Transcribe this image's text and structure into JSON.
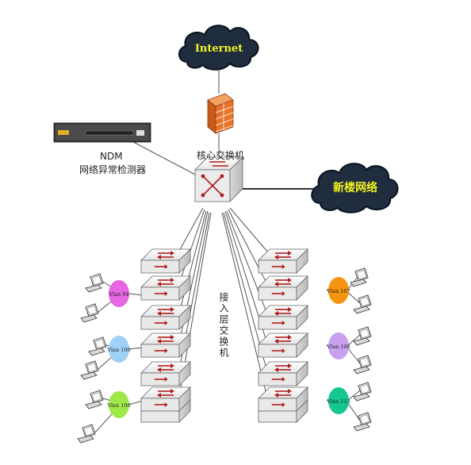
{
  "labels": {
    "internet": "Internet",
    "core_switch": "核心交换机",
    "ndm_line1": "NDM",
    "ndm_line2": "网络异常检测器",
    "new_building": "新楼网络",
    "access_layer": "接入层交换机"
  },
  "vlans_left": [
    {
      "label": "Vlan 94",
      "color": "#e766e2"
    },
    {
      "label": "Vlan 100",
      "color": "#9fd0f5"
    },
    {
      "label": "Vlan 106",
      "color": "#9fe84a"
    }
  ],
  "vlans_right": [
    {
      "label": "Vlan 107",
      "color": "#f5950f"
    },
    {
      "label": "Vlan 108",
      "color": "#c9a0ee"
    },
    {
      "label": "Vlan 113",
      "color": "#16c690"
    }
  ],
  "colors": {
    "cloud": "#1f2d3f",
    "cloud_text": "#f4f41e",
    "firewall": "#e8742a",
    "switch_arrow": "#b01d1d"
  }
}
